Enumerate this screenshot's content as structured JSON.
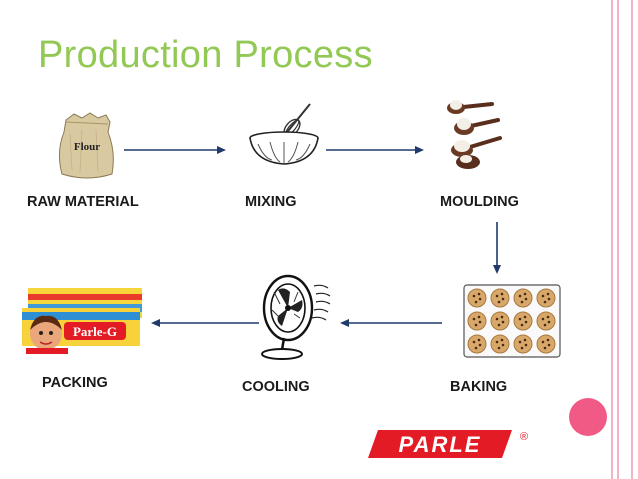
{
  "title": "Production Process",
  "steps": [
    {
      "label": "RAW MATERIAL",
      "icon": "flour-sack-icon",
      "sack_text": "Flour"
    },
    {
      "label": "MIXING",
      "icon": "mixing-bowl-icon"
    },
    {
      "label": "MOULDING",
      "icon": "spoons-dough-icon"
    },
    {
      "label": "BAKING",
      "icon": "baking-tray-icon"
    },
    {
      "label": "COOLING",
      "icon": "fan-icon"
    },
    {
      "label": "PACKING",
      "icon": "biscuit-packet-icon",
      "packet_text": "Parle-G"
    }
  ],
  "flow": [
    "RAW MATERIAL",
    "MIXING",
    "MOULDING",
    "BAKING",
    "COOLING",
    "PACKING"
  ],
  "logo": {
    "text": "PARLE",
    "mark": "®"
  },
  "colors": {
    "title": "#92c954",
    "arrow": "#1f3a6b",
    "accent_dot": "#f25a86",
    "side_lines": "#f2b2c8",
    "logo_red": "#e21b24"
  }
}
